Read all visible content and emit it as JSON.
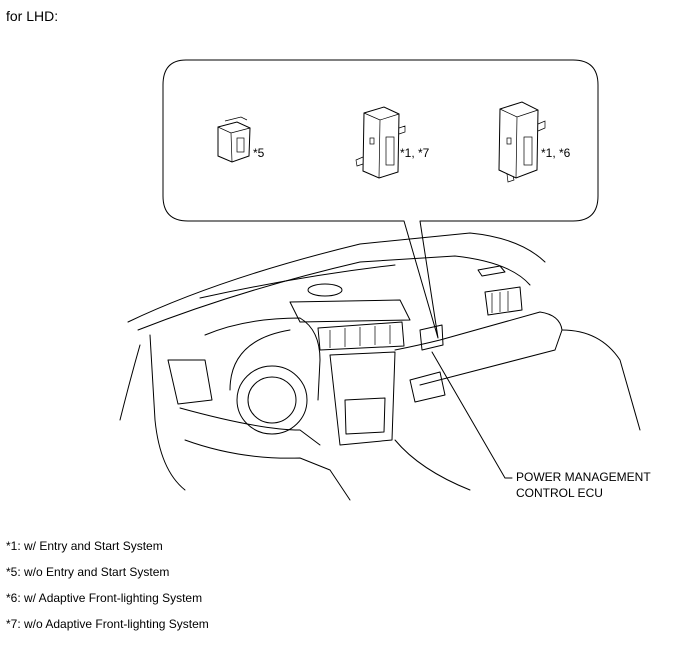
{
  "title": "for LHD:",
  "variants": [
    {
      "label": "*5"
    },
    {
      "label": "*1, *7"
    },
    {
      "label": "*1, *6"
    }
  ],
  "callout": {
    "line1": "POWER MANAGEMENT",
    "line2": "CONTROL ECU"
  },
  "legend": [
    {
      "text": "*1: w/ Entry and Start System"
    },
    {
      "text": "*5: w/o Entry and Start System"
    },
    {
      "text": "*6: w/ Adaptive Front-lighting System"
    },
    {
      "text": "*7: w/o Adaptive Front-lighting System"
    }
  ]
}
